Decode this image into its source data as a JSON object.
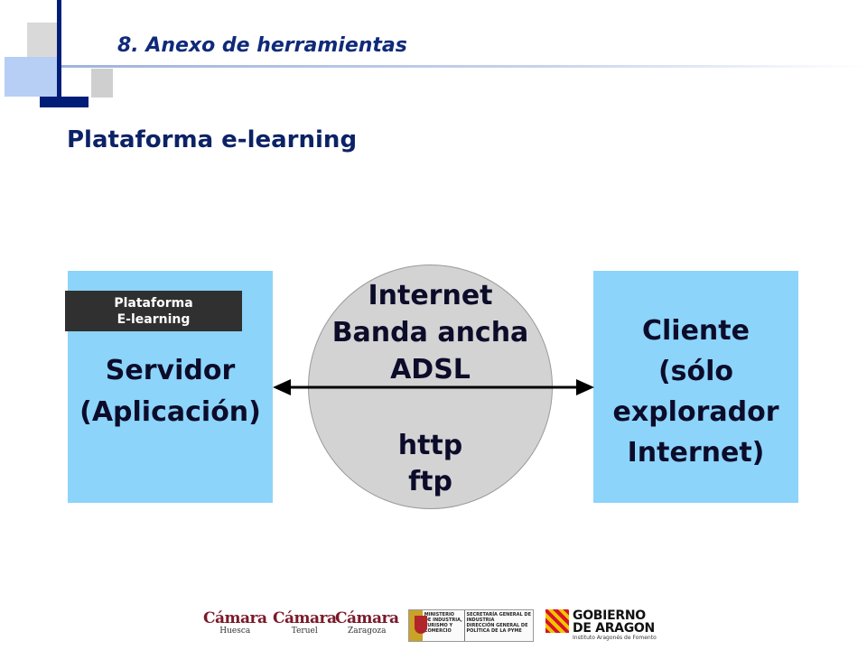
{
  "header": {
    "section_title": "8. Anexo de herramientas",
    "slide_heading": "Plataforma e-learning"
  },
  "diagram": {
    "server": {
      "badge_line1": "Plataforma",
      "badge_line2": "E-learning",
      "label_line1": "Servidor",
      "label_line2": "(Aplicación)"
    },
    "network": {
      "line1": "Internet",
      "line2": "Banda ancha",
      "line3": "ADSL",
      "line4": "http",
      "line5": "ftp"
    },
    "client": {
      "line1": "Cliente",
      "line2": "(sólo",
      "line3": "explorador",
      "line4": "Internet)"
    },
    "colors": {
      "box_fill": "#8cd4fa",
      "circle_fill": "#d3d3d3",
      "badge_fill": "#303030",
      "heading_color": "#0c2266"
    }
  },
  "footer": {
    "camara_huesca": {
      "name": "Cámara",
      "city": "Huesca"
    },
    "camara_teruel": {
      "name": "Cámara",
      "city": "Teruel"
    },
    "camara_zaragoza": {
      "name": "Cámara",
      "city": "Zaragoza"
    },
    "ministerio": {
      "line1": "MINISTERIO",
      "line2": "DE INDUSTRIA,",
      "line3": "TURISMO Y",
      "line4": "COMERCIO",
      "line5": "SECRETARÍA GENERAL DE",
      "line6": "INDUSTRIA",
      "line7": "DIRECCIÓN GENERAL DE",
      "line8": "POLÍTICA DE LA PYME"
    },
    "gobierno": {
      "line1": "GOBIERNO",
      "line2": "DE ARAGON",
      "line3": "Instituto Aragonés de Fomento"
    }
  }
}
